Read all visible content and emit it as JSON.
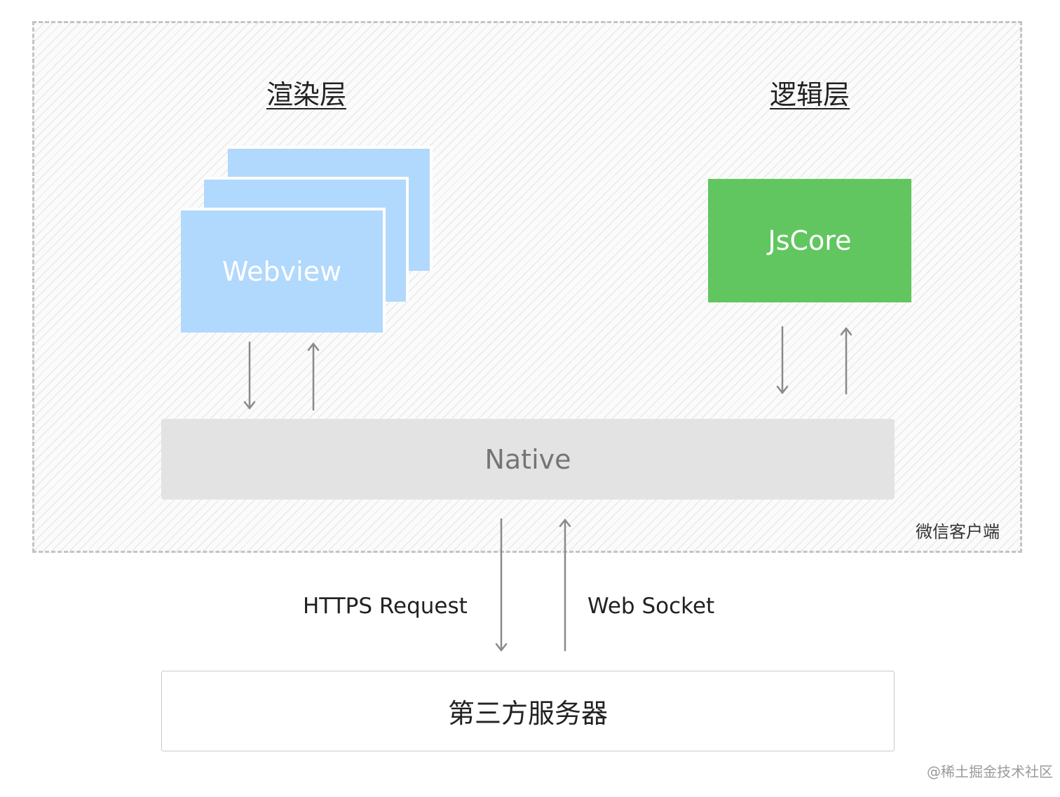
{
  "render_layer": {
    "title": "渲染层",
    "webview_label": "Webview"
  },
  "logic_layer": {
    "title": "逻辑层",
    "jscore_label": "JsCore"
  },
  "native": {
    "label": "Native"
  },
  "client": {
    "label": "微信客户端"
  },
  "server": {
    "label": "第三方服务器"
  },
  "connections": {
    "https": "HTTPS Request",
    "websocket": "Web Socket"
  },
  "watermark": "@稀土掘金技术社区",
  "colors": {
    "webview": "#b1d8fd",
    "jscore": "#61c660",
    "native": "#e3e3e3",
    "arrow": "#8a8a8a"
  }
}
